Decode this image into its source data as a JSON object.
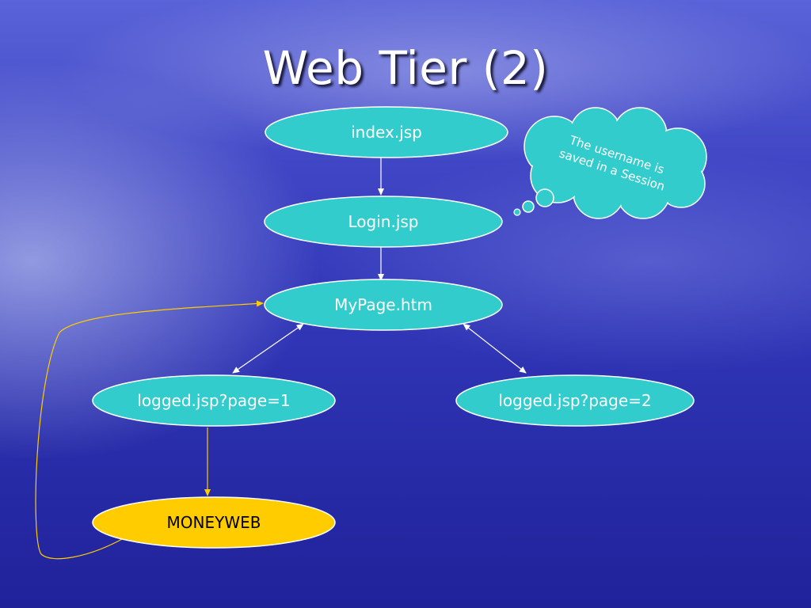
{
  "slide": {
    "title": "Web Tier (2)"
  },
  "nodes": {
    "index": "index.jsp",
    "login": "Login.jsp",
    "mypage": "MyPage.htm",
    "logged1": "logged.jsp?page=1",
    "logged2": "logged.jsp?page=2",
    "moneyweb": "MONEYWEB"
  },
  "callout": {
    "line1": "The username is",
    "line2": "saved in a Session"
  },
  "colors": {
    "node_fill": "#33cccc",
    "highlight_fill": "#ffcc00",
    "connector": "#ffffff",
    "return_arrow": "#ffcc00"
  }
}
